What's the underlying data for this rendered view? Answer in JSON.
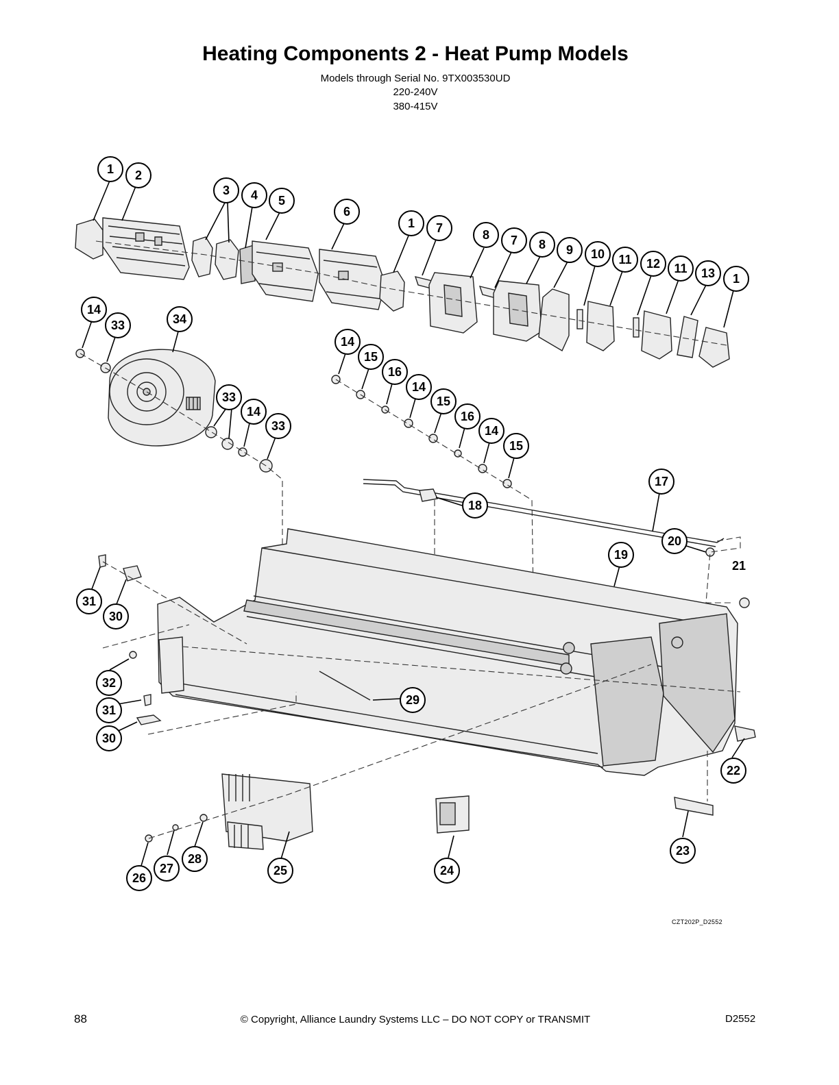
{
  "header": {
    "title": "Heating Components 2 - Heat Pump Models",
    "subtitle_lines": [
      "Models through Serial No. 9TX003530UD",
      "220-240V",
      "380-415V"
    ]
  },
  "drawing_code": "CZT202P_D2552",
  "footer": {
    "page_number": "88",
    "copyright": "© Copyright, Alliance Laundry Systems LLC – DO NOT COPY or TRANSMIT",
    "doc_code": "D2552"
  },
  "callouts": [
    {
      "label": "1"
    },
    {
      "label": "2"
    },
    {
      "label": "3"
    },
    {
      "label": "4"
    },
    {
      "label": "5"
    },
    {
      "label": "6"
    },
    {
      "label": "1"
    },
    {
      "label": "7"
    },
    {
      "label": "8"
    },
    {
      "label": "7"
    },
    {
      "label": "8"
    },
    {
      "label": "9"
    },
    {
      "label": "10"
    },
    {
      "label": "11"
    },
    {
      "label": "12"
    },
    {
      "label": "11"
    },
    {
      "label": "13"
    },
    {
      "label": "1"
    },
    {
      "label": "14"
    },
    {
      "label": "33"
    },
    {
      "label": "34"
    },
    {
      "label": "33"
    },
    {
      "label": "14"
    },
    {
      "label": "33"
    },
    {
      "label": "14"
    },
    {
      "label": "15"
    },
    {
      "label": "16"
    },
    {
      "label": "14"
    },
    {
      "label": "15"
    },
    {
      "label": "16"
    },
    {
      "label": "14"
    },
    {
      "label": "15"
    },
    {
      "label": "17"
    },
    {
      "label": "18"
    },
    {
      "label": "20"
    },
    {
      "label": "19"
    },
    {
      "label": "31"
    },
    {
      "label": "30"
    },
    {
      "label": "32"
    },
    {
      "label": "31"
    },
    {
      "label": "30"
    },
    {
      "label": "29"
    },
    {
      "label": "22"
    },
    {
      "label": "23"
    },
    {
      "label": "24"
    },
    {
      "label": "25"
    },
    {
      "label": "26"
    },
    {
      "label": "27"
    },
    {
      "label": "28"
    }
  ],
  "plain_labels": [
    {
      "label": "21"
    }
  ]
}
